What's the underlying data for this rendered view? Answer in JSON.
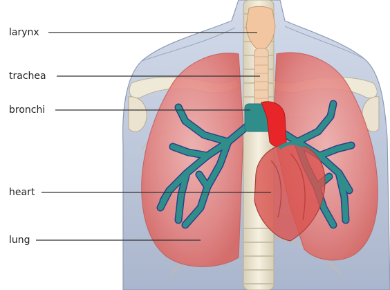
{
  "labels": {
    "larynx": "larynx",
    "trachea": "trachea",
    "bronchi": "bronchi",
    "heart": "heart",
    "lung": "lung"
  },
  "colors": {
    "background": "#ffffff",
    "body": "#b9c4d8",
    "lung": "#e07a78",
    "bronchi": "#2f8e8a",
    "bronchi_outline": "#2a3e8c",
    "heart": "#d9534f",
    "aorta": "#e8262a",
    "bone": "#efe9d8",
    "trachea": "#f0c9a6",
    "leader_line": "#333333"
  }
}
